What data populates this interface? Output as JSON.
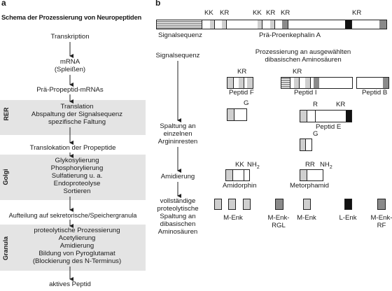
{
  "panel_a": {
    "label": "a",
    "title": "Schema der Prozessierung von Neuropeptiden",
    "steps": {
      "transkription": "Transkription",
      "mrna_1": "mRNA",
      "mrna_2": "(Spleißen)",
      "prae": "Prä-Propeptid-mRNAs",
      "rer_1": "Translation",
      "rer_2": "Abspaltung der Signalsequenz",
      "rer_3": "spezifische Faltung",
      "translokation": "Translokation der Propeptide",
      "golgi_1": "Glykosylierung",
      "golgi_2": "Phosphorylierung",
      "golgi_3": "Sulfatierung u. a.",
      "golgi_4": "Endoproteolyse",
      "golgi_5": "Sortieren",
      "aufteilung": "Aufteilung auf sekretorische/Speichergranula",
      "gran_1": "proteolytische Prozessierung",
      "gran_2": "Acetylierung",
      "gran_3": "Amidierung",
      "gran_4": "Bildung von Pyroglutamat",
      "gran_5": "(Blockierung des N-Terminus)",
      "aktiv": "aktives Peptid"
    },
    "compartments": {
      "rer": "RER",
      "golgi": "Golgi",
      "granula": "Granula"
    }
  },
  "panel_b": {
    "label": "b",
    "kk_labels": [
      "KK",
      "KR",
      "KK",
      "KR",
      "KR",
      "KR"
    ],
    "signalsequenz_label": "Signalsequenz",
    "proenkephalin_label": "Prä-Proenkephalin A",
    "left": {
      "signalsequenz": "Signalsequenz",
      "spaltung_1": "Spaltung an",
      "spaltung_2": "einzelnen",
      "spaltung_3": "Argininresten",
      "amidierung": "Amidierung",
      "voll_1": "vollständige",
      "voll_2": "proteolytische",
      "voll_3": "Spaltung an",
      "voll_4": "dibasischen",
      "voll_5": "Aminosäuren"
    },
    "heading_1": "Prozessierung an ausgewählten",
    "heading_2": "dibasischen Aminosäuren",
    "kr_f": "KR",
    "kr_i": "KR",
    "peptid_f": "Peptid F",
    "peptid_i": "Peptid I",
    "peptid_b": "Peptid B",
    "g1": "G",
    "r_e": "R",
    "kr_e": "KR",
    "peptid_e": "Peptid E",
    "g2": "G",
    "kk_amid": "KK",
    "nh2_1": "NH",
    "rr_amid": "RR",
    "nh2_2": "NH",
    "sub2": "2",
    "amidorphin": "Amidorphin",
    "metorphamid": "Metorphamid",
    "enk": [
      "M-Enk",
      "M-Enk-",
      "M-Enk",
      "L-Enk",
      "M-Enk-"
    ],
    "enk_sub": [
      "RGL",
      "RF"
    ]
  },
  "colors": {
    "light_gray": "#cfcfcf",
    "mid_gray": "#8a8a8a",
    "black": "#111111",
    "band": "#e4e4e4"
  }
}
